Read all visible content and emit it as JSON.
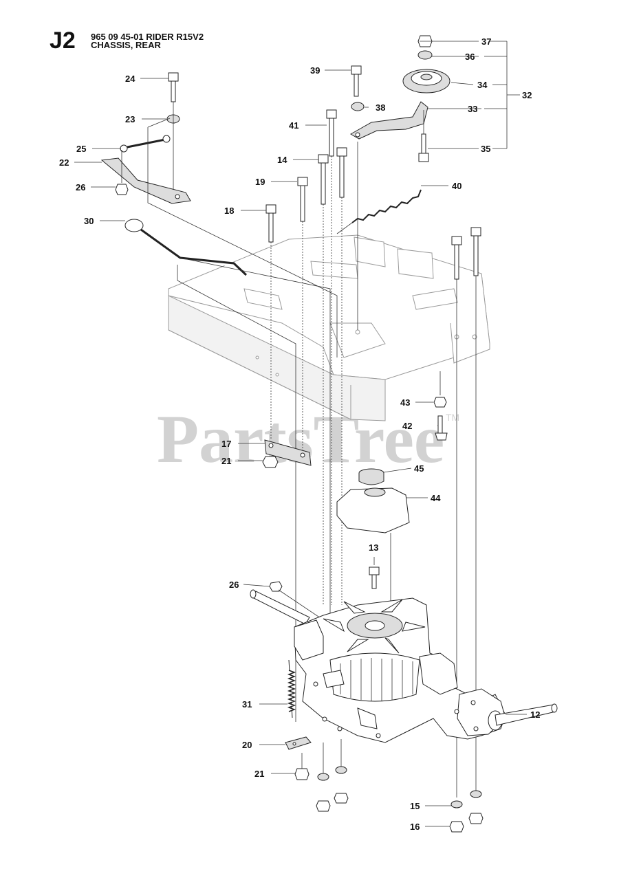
{
  "header": {
    "page_code": "J2",
    "line1": "965 09 45-01 RIDER R15V2",
    "line2": "CHASSIS, REAR"
  },
  "watermark": {
    "text": "PartsTree",
    "tm": "TM"
  },
  "callouts": [
    {
      "id": "c37",
      "label": "37"
    },
    {
      "id": "c36",
      "label": "36"
    },
    {
      "id": "c34",
      "label": "34"
    },
    {
      "id": "c32",
      "label": "32"
    },
    {
      "id": "c33",
      "label": "33"
    },
    {
      "id": "c35",
      "label": "35"
    },
    {
      "id": "c39",
      "label": "39"
    },
    {
      "id": "c38",
      "label": "38"
    },
    {
      "id": "c41",
      "label": "41"
    },
    {
      "id": "c14",
      "label": "14"
    },
    {
      "id": "c19",
      "label": "19"
    },
    {
      "id": "c40",
      "label": "40"
    },
    {
      "id": "c18",
      "label": "18"
    },
    {
      "id": "c24",
      "label": "24"
    },
    {
      "id": "c23",
      "label": "23"
    },
    {
      "id": "c25",
      "label": "25"
    },
    {
      "id": "c22",
      "label": "22"
    },
    {
      "id": "c26a",
      "label": "26"
    },
    {
      "id": "c30",
      "label": "30"
    },
    {
      "id": "c43",
      "label": "43"
    },
    {
      "id": "c42",
      "label": "42"
    },
    {
      "id": "c17",
      "label": "17"
    },
    {
      "id": "c21a",
      "label": "21"
    },
    {
      "id": "c45",
      "label": "45"
    },
    {
      "id": "c44",
      "label": "44"
    },
    {
      "id": "c13",
      "label": "13"
    },
    {
      "id": "c26b",
      "label": "26"
    },
    {
      "id": "c31",
      "label": "31"
    },
    {
      "id": "c12",
      "label": "12"
    },
    {
      "id": "c20",
      "label": "20"
    },
    {
      "id": "c21b",
      "label": "21"
    },
    {
      "id": "c15",
      "label": "15"
    },
    {
      "id": "c16",
      "label": "16"
    }
  ]
}
